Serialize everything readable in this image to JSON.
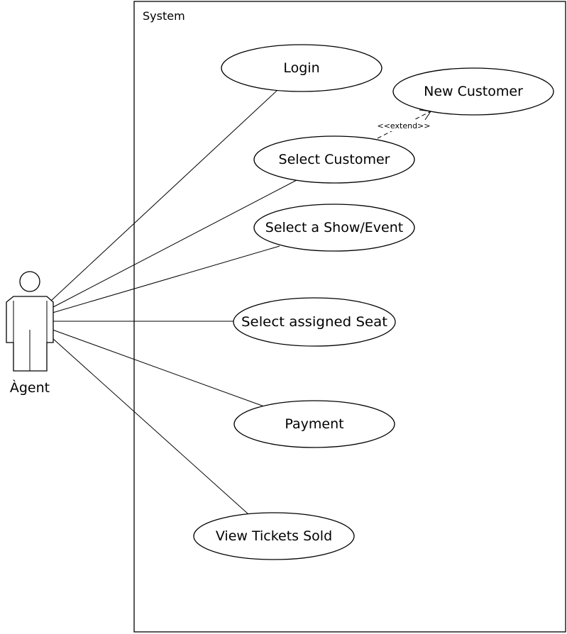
{
  "system": {
    "label": "System"
  },
  "actor": {
    "label": "Àgent",
    "icon": "stick-figure-actor-icon"
  },
  "use_cases": {
    "login": "Login",
    "new_customer": "New Customer",
    "select_customer": "Select Customer",
    "select_show": "Select a Show/Event",
    "select_seat": "Select assigned Seat",
    "payment": "Payment",
    "view_tickets": "View Tickets Sold"
  },
  "relations": {
    "extend_label": "<<extend>>"
  },
  "colors": {
    "stroke": "#000000",
    "background": "#ffffff"
  }
}
